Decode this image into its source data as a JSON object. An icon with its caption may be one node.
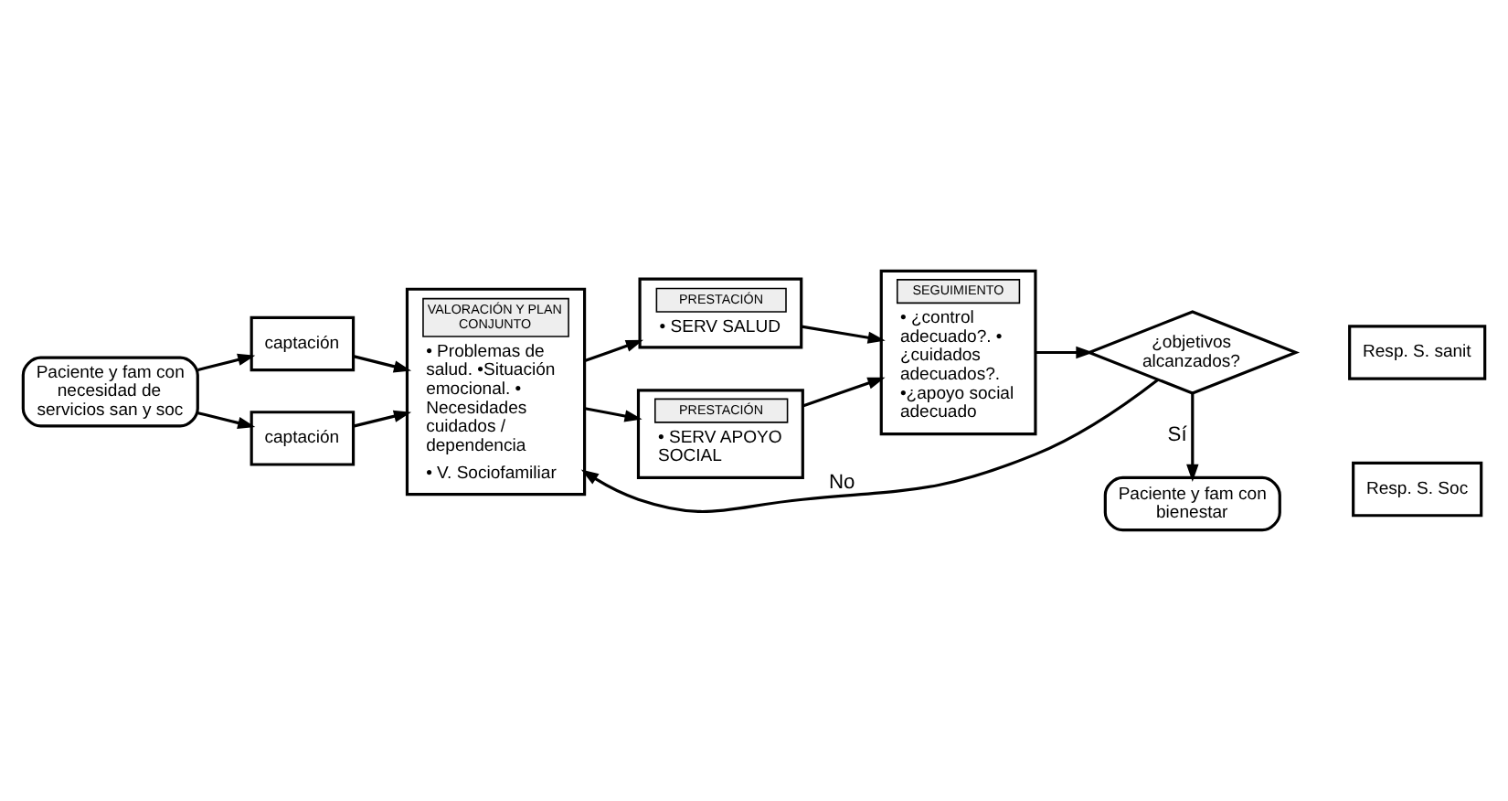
{
  "diagram": {
    "nodes": [
      {
        "text": [
          "Paciente y fam con necesidad de servicios san y soc"
        ]
      },
      {
        "text": [
          "captación"
        ]
      },
      {
        "text": [
          "captación"
        ]
      },
      {
        "text": [
          "VALORACIÓN Y PLAN CONJUNTO",
          "• Problemas de salud. •Situación emocional. • Necesidades cuidados / dependencia",
          "• V. Sociofamiliar"
        ]
      },
      {
        "text": [
          "PRESTACIÓN",
          "• SERV SALUD"
        ]
      },
      {
        "text": [
          "PRESTACIÓN",
          "• SERV APOYO SOCIAL"
        ]
      },
      {
        "text": [
          "SEGUIMIENTO",
          "• ¿control adecuado?. • ¿cuidados adecuados?. •¿apoyo social adecuado"
        ]
      },
      {
        "text": [
          "¿objetivos alcanzados?"
        ]
      },
      {
        "text": [
          "Paciente y fam con bienestar"
        ]
      },
      {
        "text": [
          "Resp. S. sanit"
        ]
      },
      {
        "text": [
          "Resp. S. Soc"
        ]
      }
    ],
    "edges": [
      {
        "from": 0,
        "to": 1,
        "arrow": "to"
      },
      {
        "from": 0,
        "to": 2,
        "arrow": "to"
      },
      {
        "from": 1,
        "to": 3,
        "arrow": "to"
      },
      {
        "from": 2,
        "to": 3,
        "arrow": "to"
      },
      {
        "from": 3,
        "to": 4,
        "arrow": "to"
      },
      {
        "from": 3,
        "to": 5,
        "arrow": "to"
      },
      {
        "from": 4,
        "to": 6,
        "arrow": "to"
      },
      {
        "from": 5,
        "to": 6,
        "arrow": "to"
      },
      {
        "from": 6,
        "to": 7,
        "arrow": "to"
      },
      {
        "from": 7,
        "to": 8,
        "label": "Sí",
        "arrow": "to"
      },
      {
        "from": 7,
        "to": 3,
        "label": "No",
        "arrow": "to"
      }
    ]
  }
}
